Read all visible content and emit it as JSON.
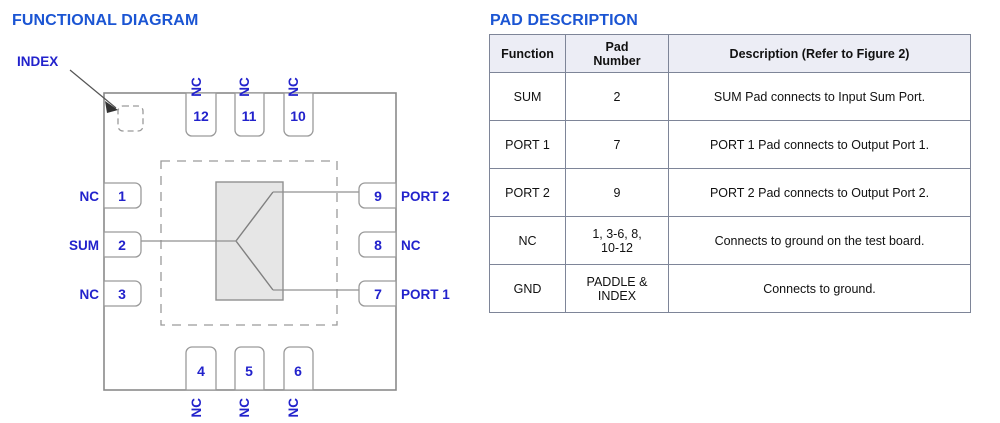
{
  "sections": {
    "functional_diagram": {
      "title": "FUNCTIONAL DIAGRAM",
      "index_label": "INDEX",
      "package": {
        "type": "qfn-12-lead",
        "index_mark": "rounded-square-dashed",
        "die_outline": "dashed-square"
      },
      "pins": {
        "left": [
          {
            "number": "1",
            "label": "NC"
          },
          {
            "number": "2",
            "label": "SUM"
          },
          {
            "number": "3",
            "label": "NC"
          }
        ],
        "bottom": [
          {
            "number": "4",
            "label": "NC"
          },
          {
            "number": "5",
            "label": "NC"
          },
          {
            "number": "6",
            "label": "NC"
          }
        ],
        "right": [
          {
            "number": "7",
            "label": "PORT 1"
          },
          {
            "number": "8",
            "label": "NC"
          },
          {
            "number": "9",
            "label": "PORT 2"
          }
        ],
        "top": [
          {
            "number": "10",
            "label": "NC"
          },
          {
            "number": "11",
            "label": "NC"
          },
          {
            "number": "12",
            "label": "NC"
          }
        ]
      }
    },
    "pad_description": {
      "title": "PAD DESCRIPTION",
      "table": {
        "headers": [
          "Function",
          "Pad\nNumber",
          "Description (Refer to Figure 2)"
        ],
        "header_function": "Function",
        "header_pad_line1": "Pad",
        "header_pad_line2": "Number",
        "header_description": "Description (Refer to Figure 2)",
        "rows": [
          {
            "function": "SUM",
            "pad_number": "2",
            "pad_number_line2": "",
            "description": "SUM Pad connects to Input Sum Port."
          },
          {
            "function": "PORT 1",
            "pad_number": "7",
            "pad_number_line2": "",
            "description": "PORT 1 Pad connects to Output Port 1."
          },
          {
            "function": "PORT 2",
            "pad_number": "9",
            "pad_number_line2": "",
            "description": "PORT 2 Pad connects to Output Port 2."
          },
          {
            "function": "NC",
            "pad_number": "1, 3-6, 8,",
            "pad_number_line2": "10-12",
            "description": "Connects to ground on the test board."
          },
          {
            "function": "GND",
            "pad_number": "PADDLE &",
            "pad_number_line2": "INDEX",
            "description": "Connects to ground."
          }
        ]
      }
    }
  },
  "colors": {
    "title_blue": "#1b55d3",
    "label_blue": "#2222cc",
    "outline_gray": "#8a8a8a",
    "die_fill": "#e6e6e6",
    "table_header_bg": "#ecedf5",
    "table_border": "#7e8598"
  }
}
